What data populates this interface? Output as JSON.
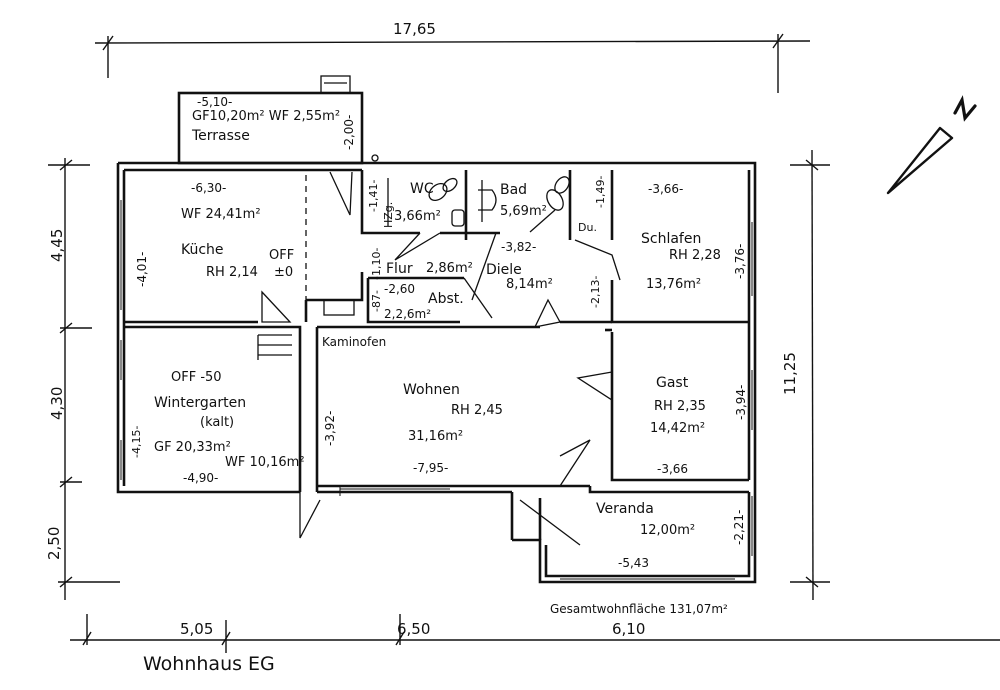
{
  "drawing": {
    "title": "Wohnhaus EG",
    "total_area": "Gesamtwohnfläche  131,07m²",
    "north_symbol": "N"
  },
  "dimensions": {
    "top_total": "17,65",
    "right_total": "11,25",
    "left": [
      "4,45",
      "4,30",
      "2,50"
    ],
    "bottom": [
      "5,05",
      "6,50",
      "6,10"
    ]
  },
  "rooms": {
    "terrasse": {
      "name": "Terrasse",
      "area": "GF10,20m²  WF 2,55m²",
      "width": "-5,10-",
      "depth": "-2,00-"
    },
    "kueche": {
      "name": "Küche",
      "area": "WF 24,41m²",
      "height": "RH 2,14",
      "width": "-6,30-",
      "depth": "-4,01-",
      "off_label": "OFF",
      "off_value": "±0"
    },
    "wc": {
      "name": "WC",
      "area": "3,66m²",
      "depth": "-1,41-",
      "fixture": "HZg."
    },
    "bad": {
      "name": "Bad",
      "area": "5,69m²",
      "width": "-3,82-",
      "depth": "-1,49-",
      "shower": "Du."
    },
    "flur": {
      "name": "Flur",
      "area": "2,86m²",
      "depth": "-1,10-"
    },
    "diele": {
      "name": "Diele",
      "area": "8,14m²",
      "depth": "-2,13-"
    },
    "abst": {
      "name": "Abst.",
      "area": "2,2,6m²",
      "width": "-2,60",
      "depth": "-87-"
    },
    "schlafen": {
      "name": "Schlafen",
      "height": "RH 2,28",
      "area": "13,76m²",
      "width": "-3,66-",
      "depth": "-3,76-"
    },
    "wintergarten": {
      "name": "Wintergarten",
      "note": "(kalt)",
      "off": "OFF -50",
      "gf": "GF 20,33m²",
      "wf": "WF 10,16m²",
      "width": "-4,90-",
      "depth": "-4,15-"
    },
    "wohnen": {
      "name": "Wohnen",
      "height": "RH 2,45",
      "area": "31,16m²",
      "width": "-7,95-",
      "depth": "-3,92-",
      "fireplace": "Kaminofen"
    },
    "gast": {
      "name": "Gast",
      "height": "RH 2,35",
      "area": "14,42m²",
      "width": "-3,66",
      "depth": "-3,94-"
    },
    "veranda": {
      "name": "Veranda",
      "area": "12,00m²",
      "width": "-5,43",
      "depth": "-2,21-"
    }
  }
}
